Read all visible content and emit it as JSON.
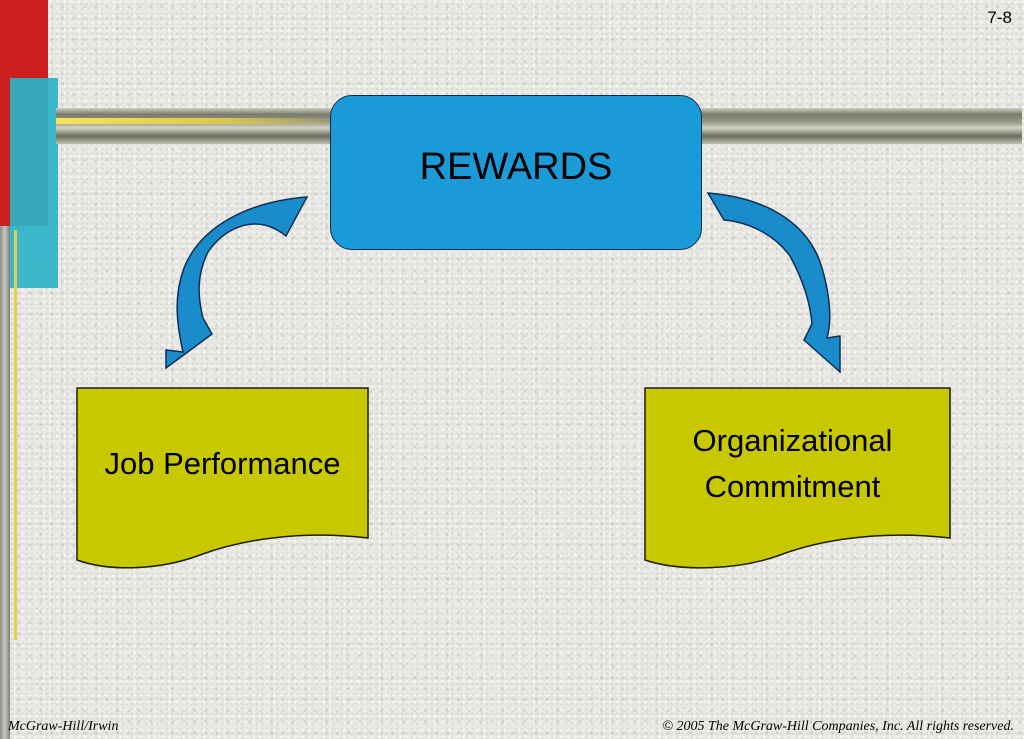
{
  "slide": {
    "page_number": "7-8",
    "footer_left": "McGraw-Hill/Irwin",
    "footer_right": "© 2005 The McGraw-Hill Companies, Inc. All rights reserved."
  },
  "diagram": {
    "top_node": "REWARDS",
    "left_node": "Job Performance",
    "right_node": [
      "Organizational",
      "Commitment"
    ]
  },
  "colors": {
    "reward_box": "#1a9bd7",
    "document_fill": "#c8c800",
    "arrow_fill": "#1a8ccc"
  }
}
